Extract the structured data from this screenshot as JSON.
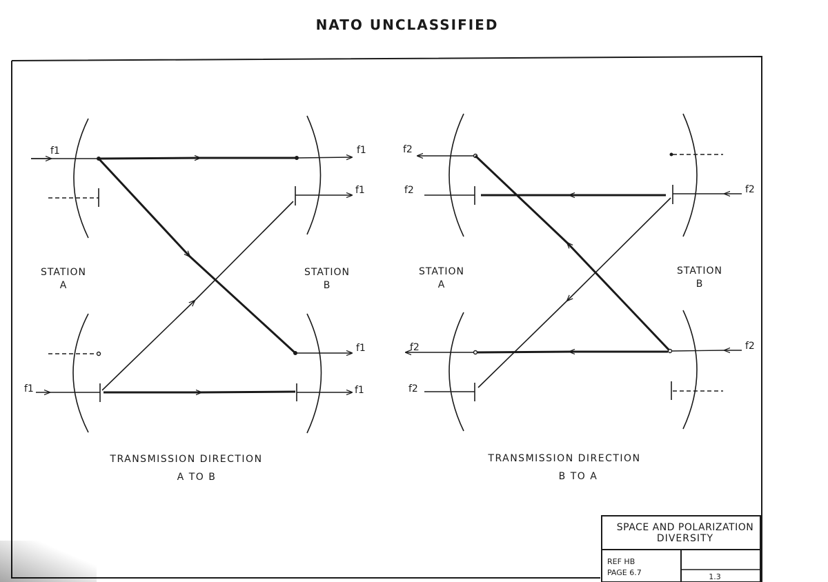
{
  "header": {
    "classification": "NATO UNCLASSIFIED"
  },
  "left_panel": {
    "station_a": [
      "STATION",
      "A"
    ],
    "station_b": [
      "STATION",
      "B"
    ],
    "freq": {
      "in_top": "f1",
      "in_bottom": "f1",
      "out_1": "f1",
      "out_2": "f1",
      "out_3": "f1",
      "out_4": "f1"
    },
    "caption": [
      "TRANSMISSION DIRECTION",
      "A TO B"
    ]
  },
  "right_panel": {
    "station_a": [
      "STATION",
      "A"
    ],
    "station_b": [
      "STATION",
      "B"
    ],
    "freq": {
      "out_1": "f2",
      "out_2": "f2",
      "out_3": "f2",
      "out_4": "f2",
      "in_top": "f2",
      "in_bottom": "f2"
    },
    "caption": [
      "TRANSMISSION DIRECTION",
      "B TO A"
    ]
  },
  "title_block": {
    "title": [
      "SPACE AND POLARIZATION",
      "DIVERSITY"
    ],
    "ref": "REF HB",
    "page": "PAGE 6.7",
    "number": "1.3"
  }
}
